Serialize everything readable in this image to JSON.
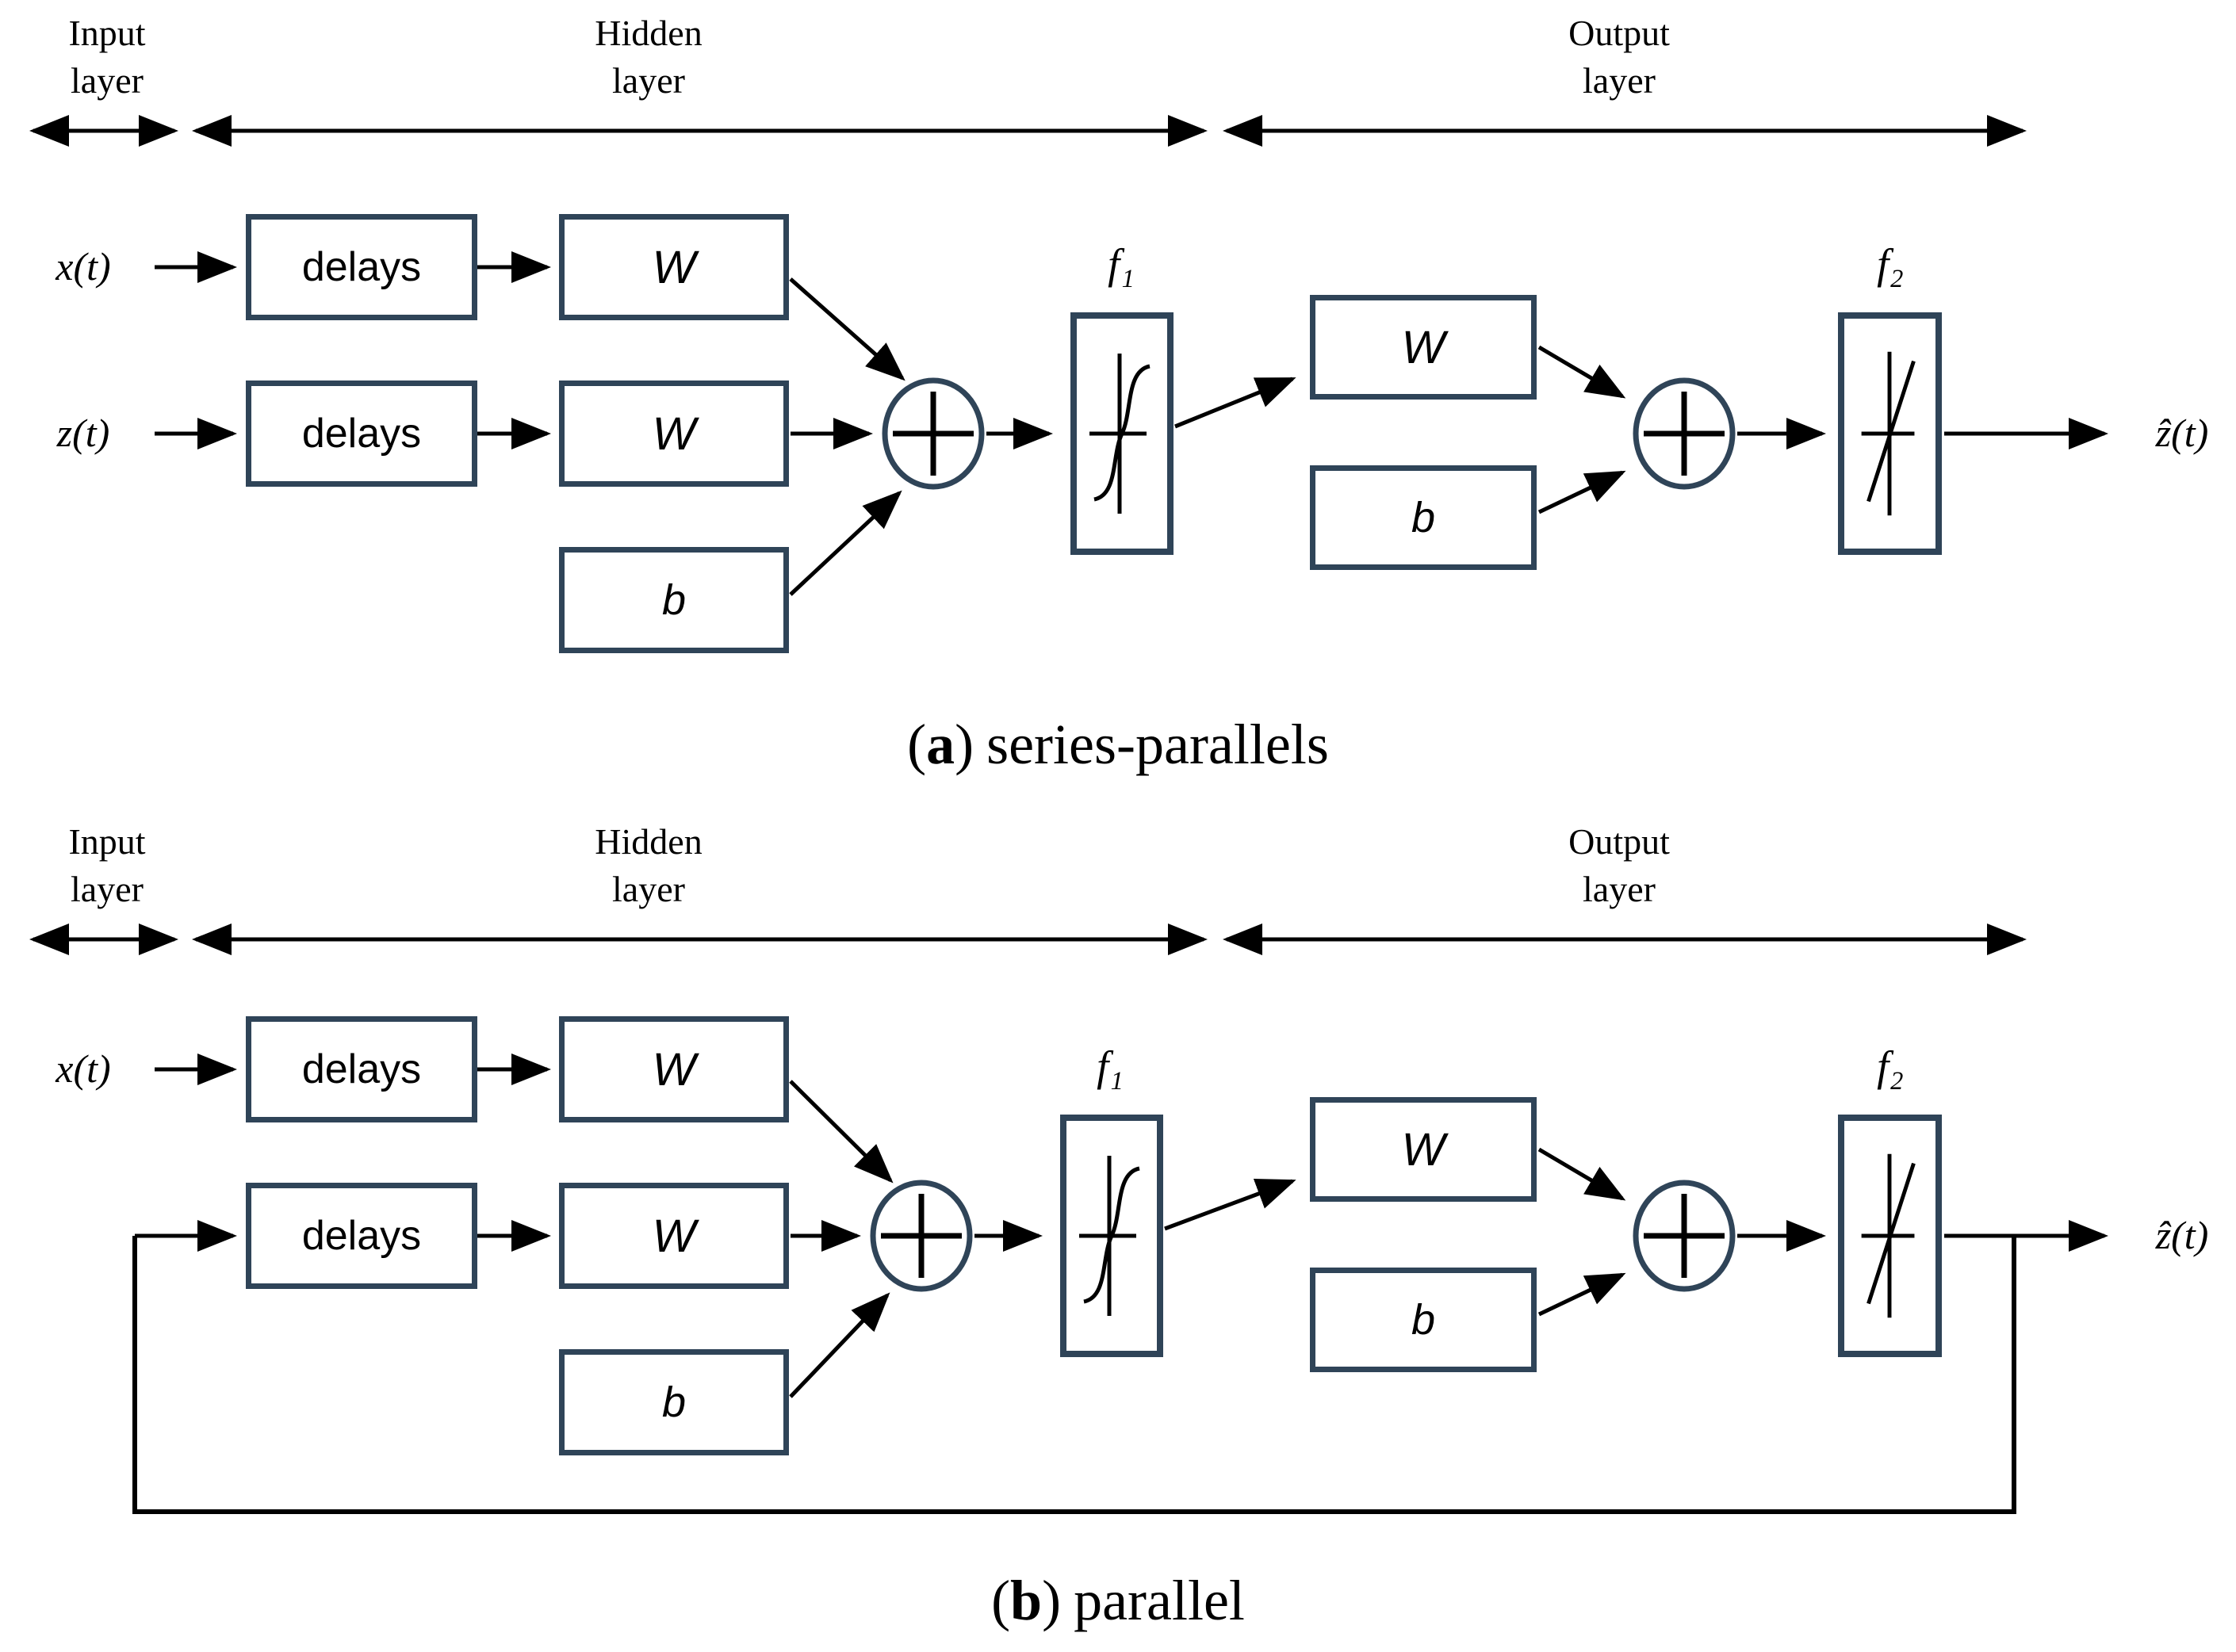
{
  "colors": {
    "box_border": "#2f4458",
    "line": "#000000",
    "page_bg": "#ffffff",
    "text": "#000000"
  },
  "icons": {
    "sum": "plus-icon",
    "f1": "sigmoid-curve-icon",
    "f2": "linear-curve-icon",
    "spans": "double-headed-arrow-icon"
  },
  "diagram_a": {
    "layers": {
      "input": "Input\nlayer",
      "hidden": "Hidden\nlayer",
      "output": "Output\nlayer"
    },
    "inputs": {
      "x": "x(t)",
      "z": "z(t)"
    },
    "boxes": {
      "delays1": "delays",
      "delays2": "delays",
      "w1": "W",
      "w2": "W",
      "b1": "b",
      "w3": "W",
      "b2": "b"
    },
    "activations": {
      "f1": "f₁",
      "f2": "f₂"
    },
    "output_label": "ẑ(t)",
    "caption": {
      "prefix": "(",
      "letter": "a",
      "suffix": ")",
      "text": "series-parallels"
    }
  },
  "diagram_b": {
    "layers": {
      "input": "Input\nlayer",
      "hidden": "Hidden\nlayer",
      "output": "Output\nlayer"
    },
    "inputs": {
      "x": "x(t)"
    },
    "boxes": {
      "delays1": "delays",
      "delays2": "delays",
      "w1": "W",
      "w2": "W",
      "b1": "b",
      "w3": "W",
      "b2": "b"
    },
    "activations": {
      "f1": "f₁",
      "f2": "f₂"
    },
    "output_label": "ẑ(t)",
    "caption": {
      "prefix": "(",
      "letter": "b",
      "suffix": ")",
      "text": "parallel"
    }
  }
}
